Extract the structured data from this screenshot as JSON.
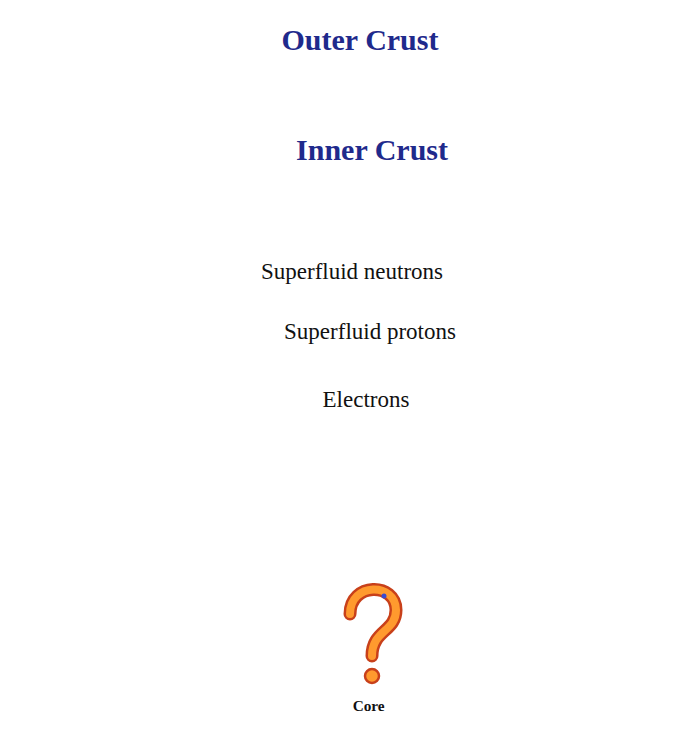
{
  "diagram": {
    "nodes": [
      {
        "text": [
          "Outer Crust"
        ]
      },
      {
        "text": [
          "Inner Crust"
        ]
      },
      {
        "text": [
          "Superfluid neutrons",
          "Superfluid protons",
          "Electrons"
        ]
      },
      {
        "text": [
          "Core"
        ]
      }
    ]
  }
}
